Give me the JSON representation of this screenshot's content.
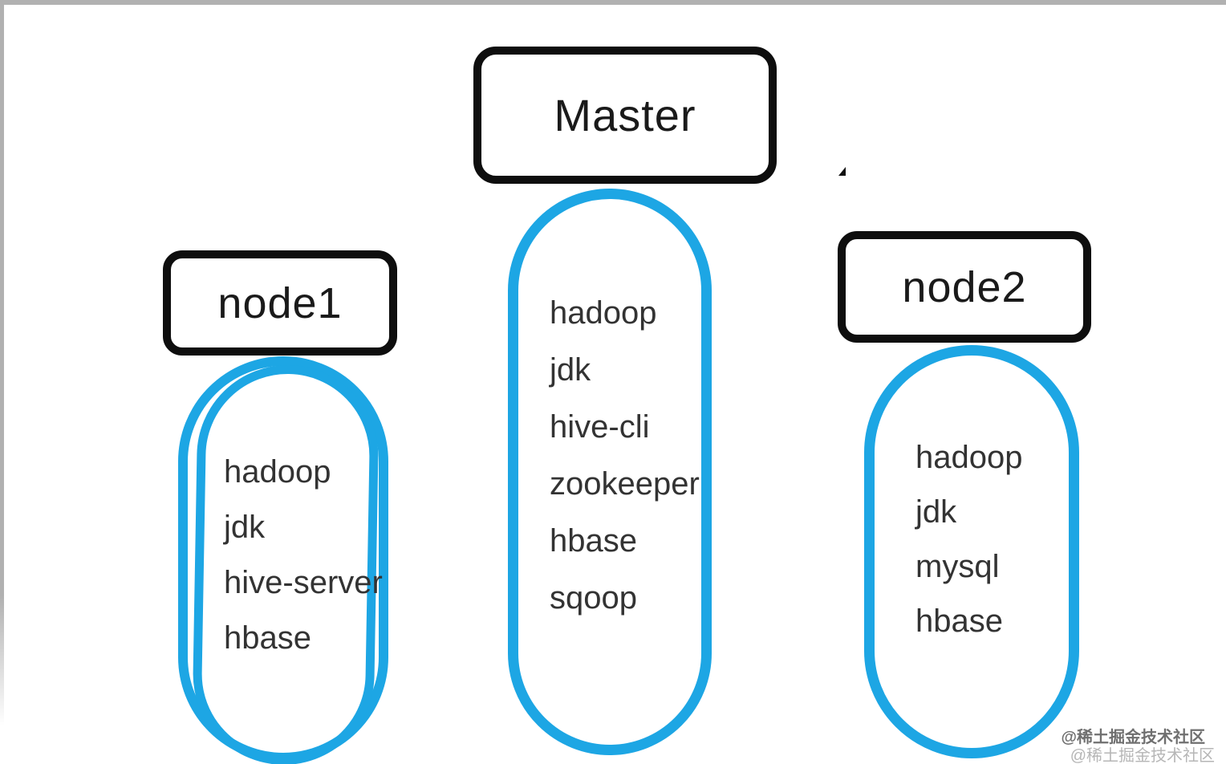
{
  "nodes": {
    "master": {
      "label": "Master",
      "items": [
        "hadoop",
        "jdk",
        "hive-cli",
        "zookeeper",
        "hbase",
        "sqoop"
      ]
    },
    "node1": {
      "label": "node1",
      "items": [
        "hadoop",
        "jdk",
        "hive-server",
        "hbase"
      ]
    },
    "node2": {
      "label": "node2",
      "items": [
        "hadoop",
        "jdk",
        "mysql",
        "hbase"
      ]
    }
  },
  "watermark": {
    "line1": "@稀土掘金技术社区",
    "line2": "@稀土掘金技术社区"
  },
  "colors": {
    "capsule_stroke": "#1da6e4",
    "box_border": "#0e0e0e",
    "item_text": "#333333",
    "edge_gray": "#b1b1b1"
  }
}
